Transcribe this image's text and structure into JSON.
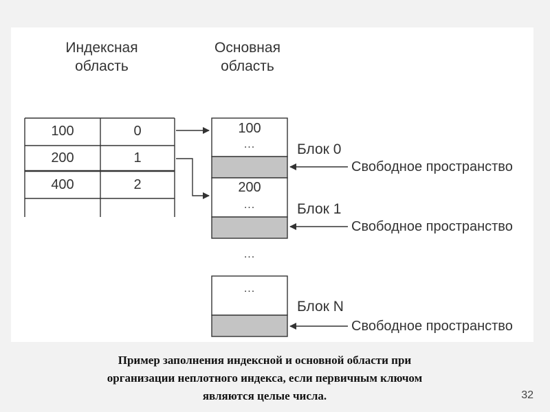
{
  "diagram": {
    "index_area_label": [
      "Индексная",
      "область"
    ],
    "main_area_label": [
      "Основная",
      "область"
    ],
    "index_rows": [
      {
        "key": "100",
        "block": "0"
      },
      {
        "key": "200",
        "block": "1"
      },
      {
        "key": "400",
        "block": "2"
      }
    ],
    "blocks": [
      {
        "label": "Блок 0",
        "first_key": "100",
        "ellipsis": "...",
        "free_space": "Свободное пространство"
      },
      {
        "label": "Блок 1",
        "first_key": "200",
        "ellipsis": "...",
        "free_space": "Свободное пространство"
      },
      {
        "label": "Блок N",
        "first_key": "",
        "ellipsis": "...",
        "free_space": "Свободное пространство"
      }
    ],
    "between_blocks": "..."
  },
  "caption": [
    "Пример заполнения индексной и основной области при",
    "организации неплотного индекса, если первичным ключом",
    "являются целые числа."
  ],
  "page_number": "32"
}
